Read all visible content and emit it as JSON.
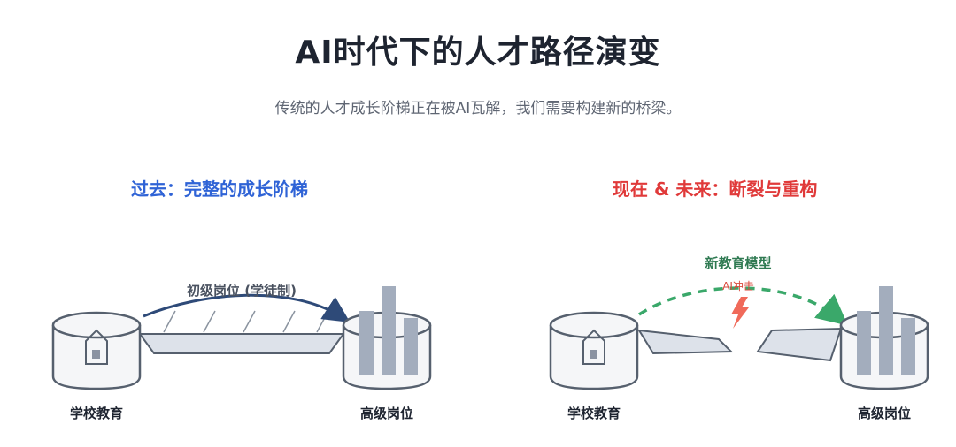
{
  "title": "AI时代下的人才路径演变",
  "subtitle": "传统的人才成长阶梯正在被AI瓦解，我们需要构建新的桥梁。",
  "past": {
    "heading": "过去：完整的成长阶梯",
    "bridge_label": "初级岗位 (学徒制)",
    "start_label": "学校教育",
    "end_label": "高级岗位",
    "accent_color": "#2f63d6",
    "arrow_color": "#2e4a78"
  },
  "now": {
    "heading": "现在 & 未来：断裂与重构",
    "new_model_label": "新教育模型",
    "impact_label": "AI冲击",
    "start_label": "学校教育",
    "end_label": "高级岗位",
    "accent_color": "#e03a3a",
    "arrow_color": "#3aa86a",
    "lightning_color": "#f06a5a"
  },
  "icons": {
    "school": "school-building-icon",
    "career": "bar-chart-icon",
    "impact": "lightning-bolt-icon"
  }
}
